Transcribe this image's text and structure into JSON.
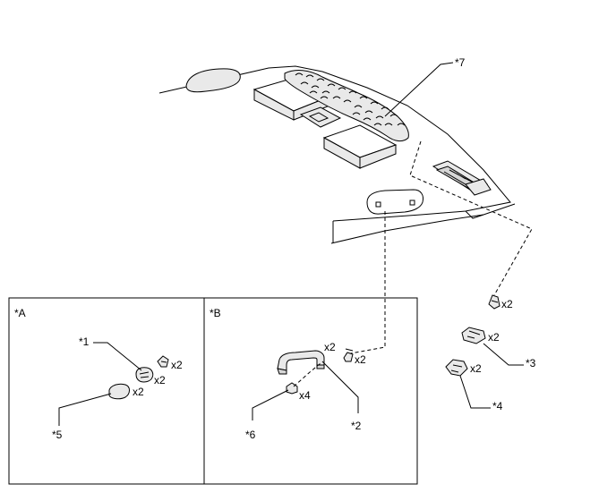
{
  "callouts": {
    "c1": "*1",
    "c2": "*2",
    "c3": "*3",
    "c4": "*4",
    "c5": "*5",
    "c6": "*6",
    "c7": "*7"
  },
  "panels": {
    "a": "*A",
    "b": "*B"
  },
  "quantities": {
    "a_clip": "x2",
    "a_cap": "x2",
    "a_cover": "x2",
    "b_grip": "x2",
    "b_clip": "x2",
    "b_screw": "x4",
    "r_clip": "x2",
    "r_bracket": "x2",
    "r_holder": "x2"
  }
}
